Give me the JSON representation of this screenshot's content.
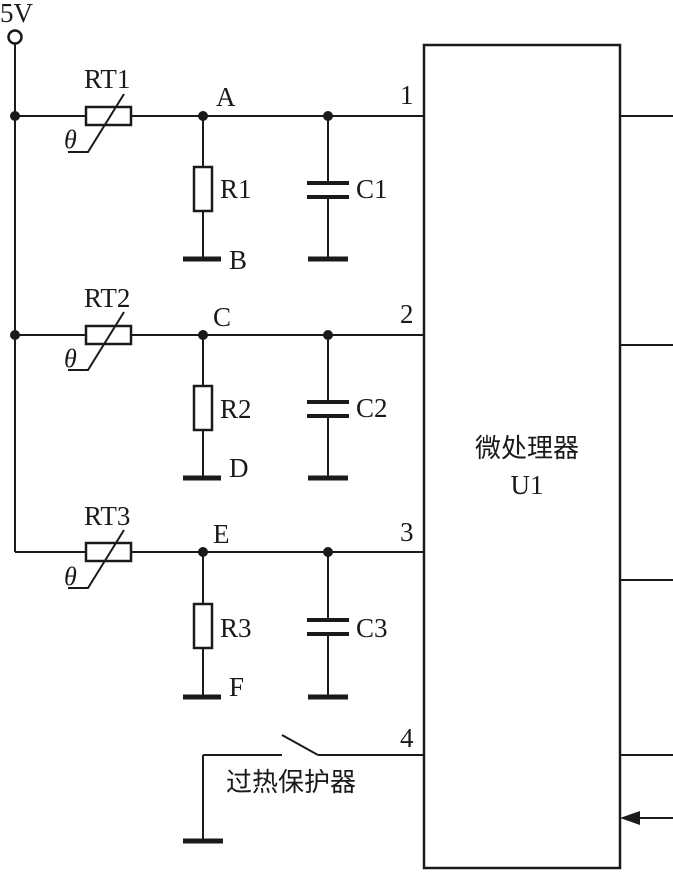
{
  "supply_label": "5V",
  "mcu": {
    "name": "微处理器",
    "ref": "U1"
  },
  "channels": [
    {
      "thermistor": "RT1",
      "theta": "θ",
      "node_top": "A",
      "resistor": "R1",
      "node_bottom": "B",
      "capacitor": "C1",
      "pin": "1"
    },
    {
      "thermistor": "RT2",
      "theta": "θ",
      "node_top": "C",
      "resistor": "R2",
      "node_bottom": "D",
      "capacitor": "C2",
      "pin": "2"
    },
    {
      "thermistor": "RT3",
      "theta": "θ",
      "node_top": "E",
      "resistor": "R3",
      "node_bottom": "F",
      "capacitor": "C3",
      "pin": "3"
    }
  ],
  "protector": {
    "label": "过热保护器",
    "pin": "4"
  }
}
